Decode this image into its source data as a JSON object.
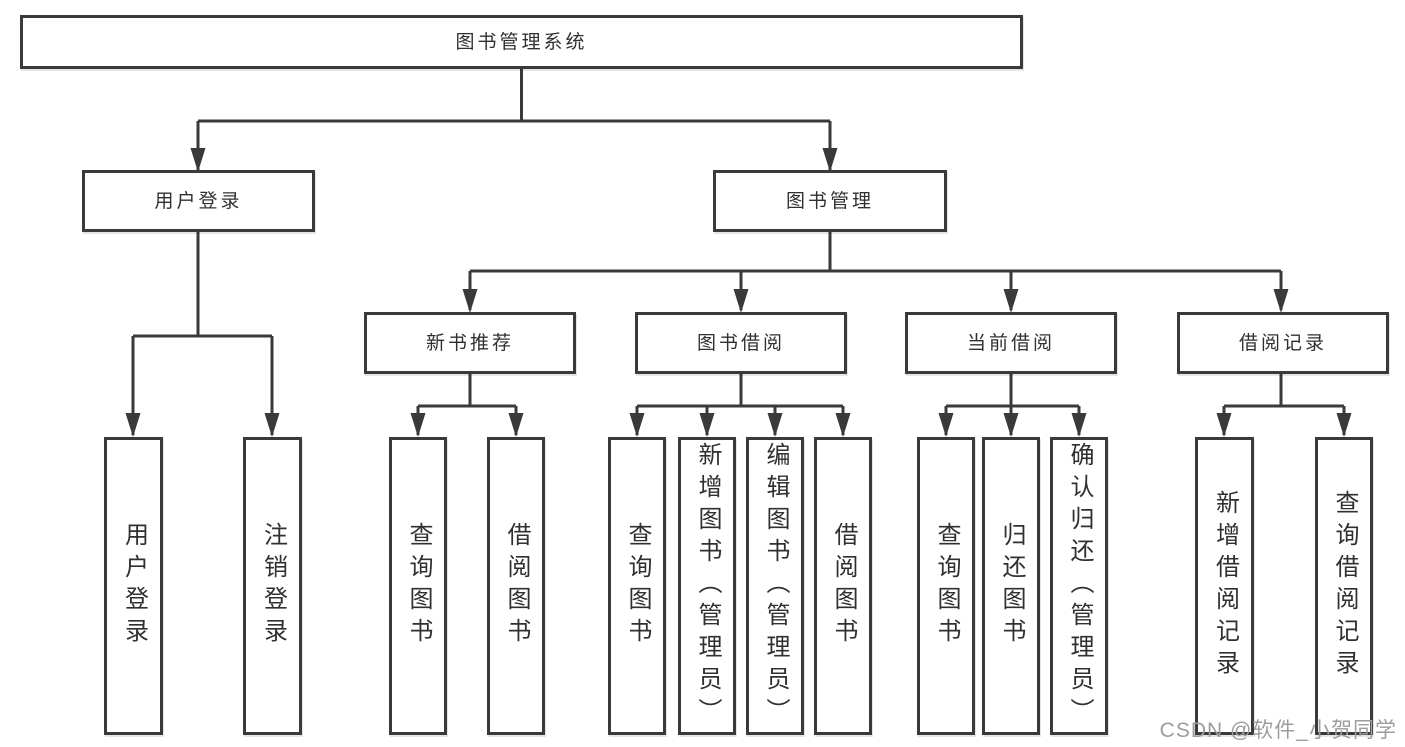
{
  "title": "图书管理系统",
  "labels": {
    "root": "图书管理系统",
    "login": "用户登录",
    "mgmt": "图书管理",
    "login_leaf1": "用户登录",
    "login_leaf2": "注销登录",
    "rec": "新书推荐",
    "rec_leaf1": "查询图书",
    "rec_leaf2": "借阅图书",
    "borrow": "图书借阅",
    "borrow_leaf1": "查询图书",
    "borrow_leaf2": "新增图书（管理员）",
    "borrow_leaf3": "编辑图书（管理员）",
    "borrow_leaf4": "借阅图书",
    "current": "当前借阅",
    "current_leaf1": "查询图书",
    "current_leaf2": "归还图书",
    "current_leaf3": "确认归还（管理员）",
    "records": "借阅记录",
    "records_leaf1": "新增借阅记录",
    "records_leaf2": "查询借阅记录"
  },
  "watermark": {
    "text": "CSDN @软件_小贺同学"
  },
  "colors": {
    "line": "#3a3a3a",
    "box_border": "#3a3a3a",
    "text": "#303030",
    "background": "#ffffff",
    "watermark": "#9d9d9d"
  },
  "hierarchy": {
    "label": "图书管理系统",
    "children": [
      {
        "label": "用户登录",
        "children": [
          {
            "label": "用户登录"
          },
          {
            "label": "注销登录"
          }
        ]
      },
      {
        "label": "图书管理",
        "children": [
          {
            "label": "新书推荐",
            "children": [
              {
                "label": "查询图书"
              },
              {
                "label": "借阅图书"
              }
            ]
          },
          {
            "label": "图书借阅",
            "children": [
              {
                "label": "查询图书"
              },
              {
                "label": "新增图书（管理员）"
              },
              {
                "label": "编辑图书（管理员）"
              },
              {
                "label": "借阅图书"
              }
            ]
          },
          {
            "label": "当前借阅",
            "children": [
              {
                "label": "查询图书"
              },
              {
                "label": "归还图书"
              },
              {
                "label": "确认归还（管理员）"
              }
            ]
          },
          {
            "label": "借阅记录",
            "children": [
              {
                "label": "新增借阅记录"
              },
              {
                "label": "查询借阅记录"
              }
            ]
          }
        ]
      }
    ]
  }
}
